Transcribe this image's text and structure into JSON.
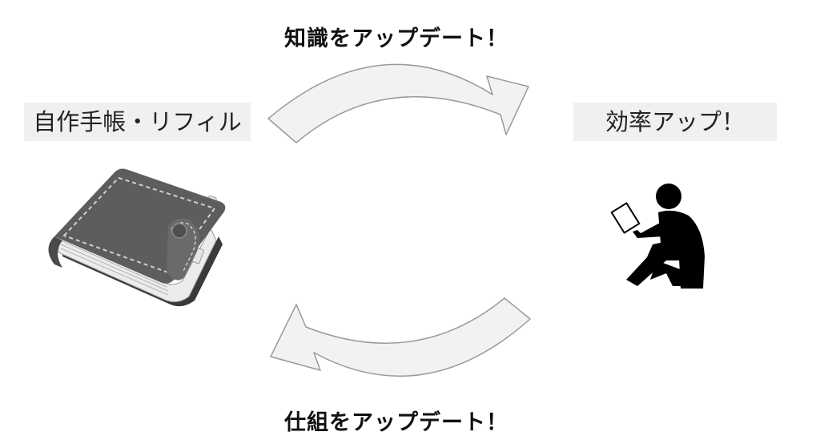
{
  "top_caption": "知識をアップデート！",
  "bottom_caption": "仕組をアップデート！",
  "left_label": "自作手帳・リフィル",
  "right_label": "効率アップ！",
  "colors": {
    "background": "#ffffff",
    "label_bg": "#f0f0f0",
    "arrow_fill": "#f2f2f2",
    "arrow_stroke": "#9a9a9a",
    "notebook_cover": "#5d5d5d",
    "person": "#000000"
  },
  "icons": {
    "left": "planner-notebook-icon",
    "right": "person-reading-icon",
    "top_arrow": "curved-arrow-right-icon",
    "bottom_arrow": "curved-arrow-left-icon"
  }
}
